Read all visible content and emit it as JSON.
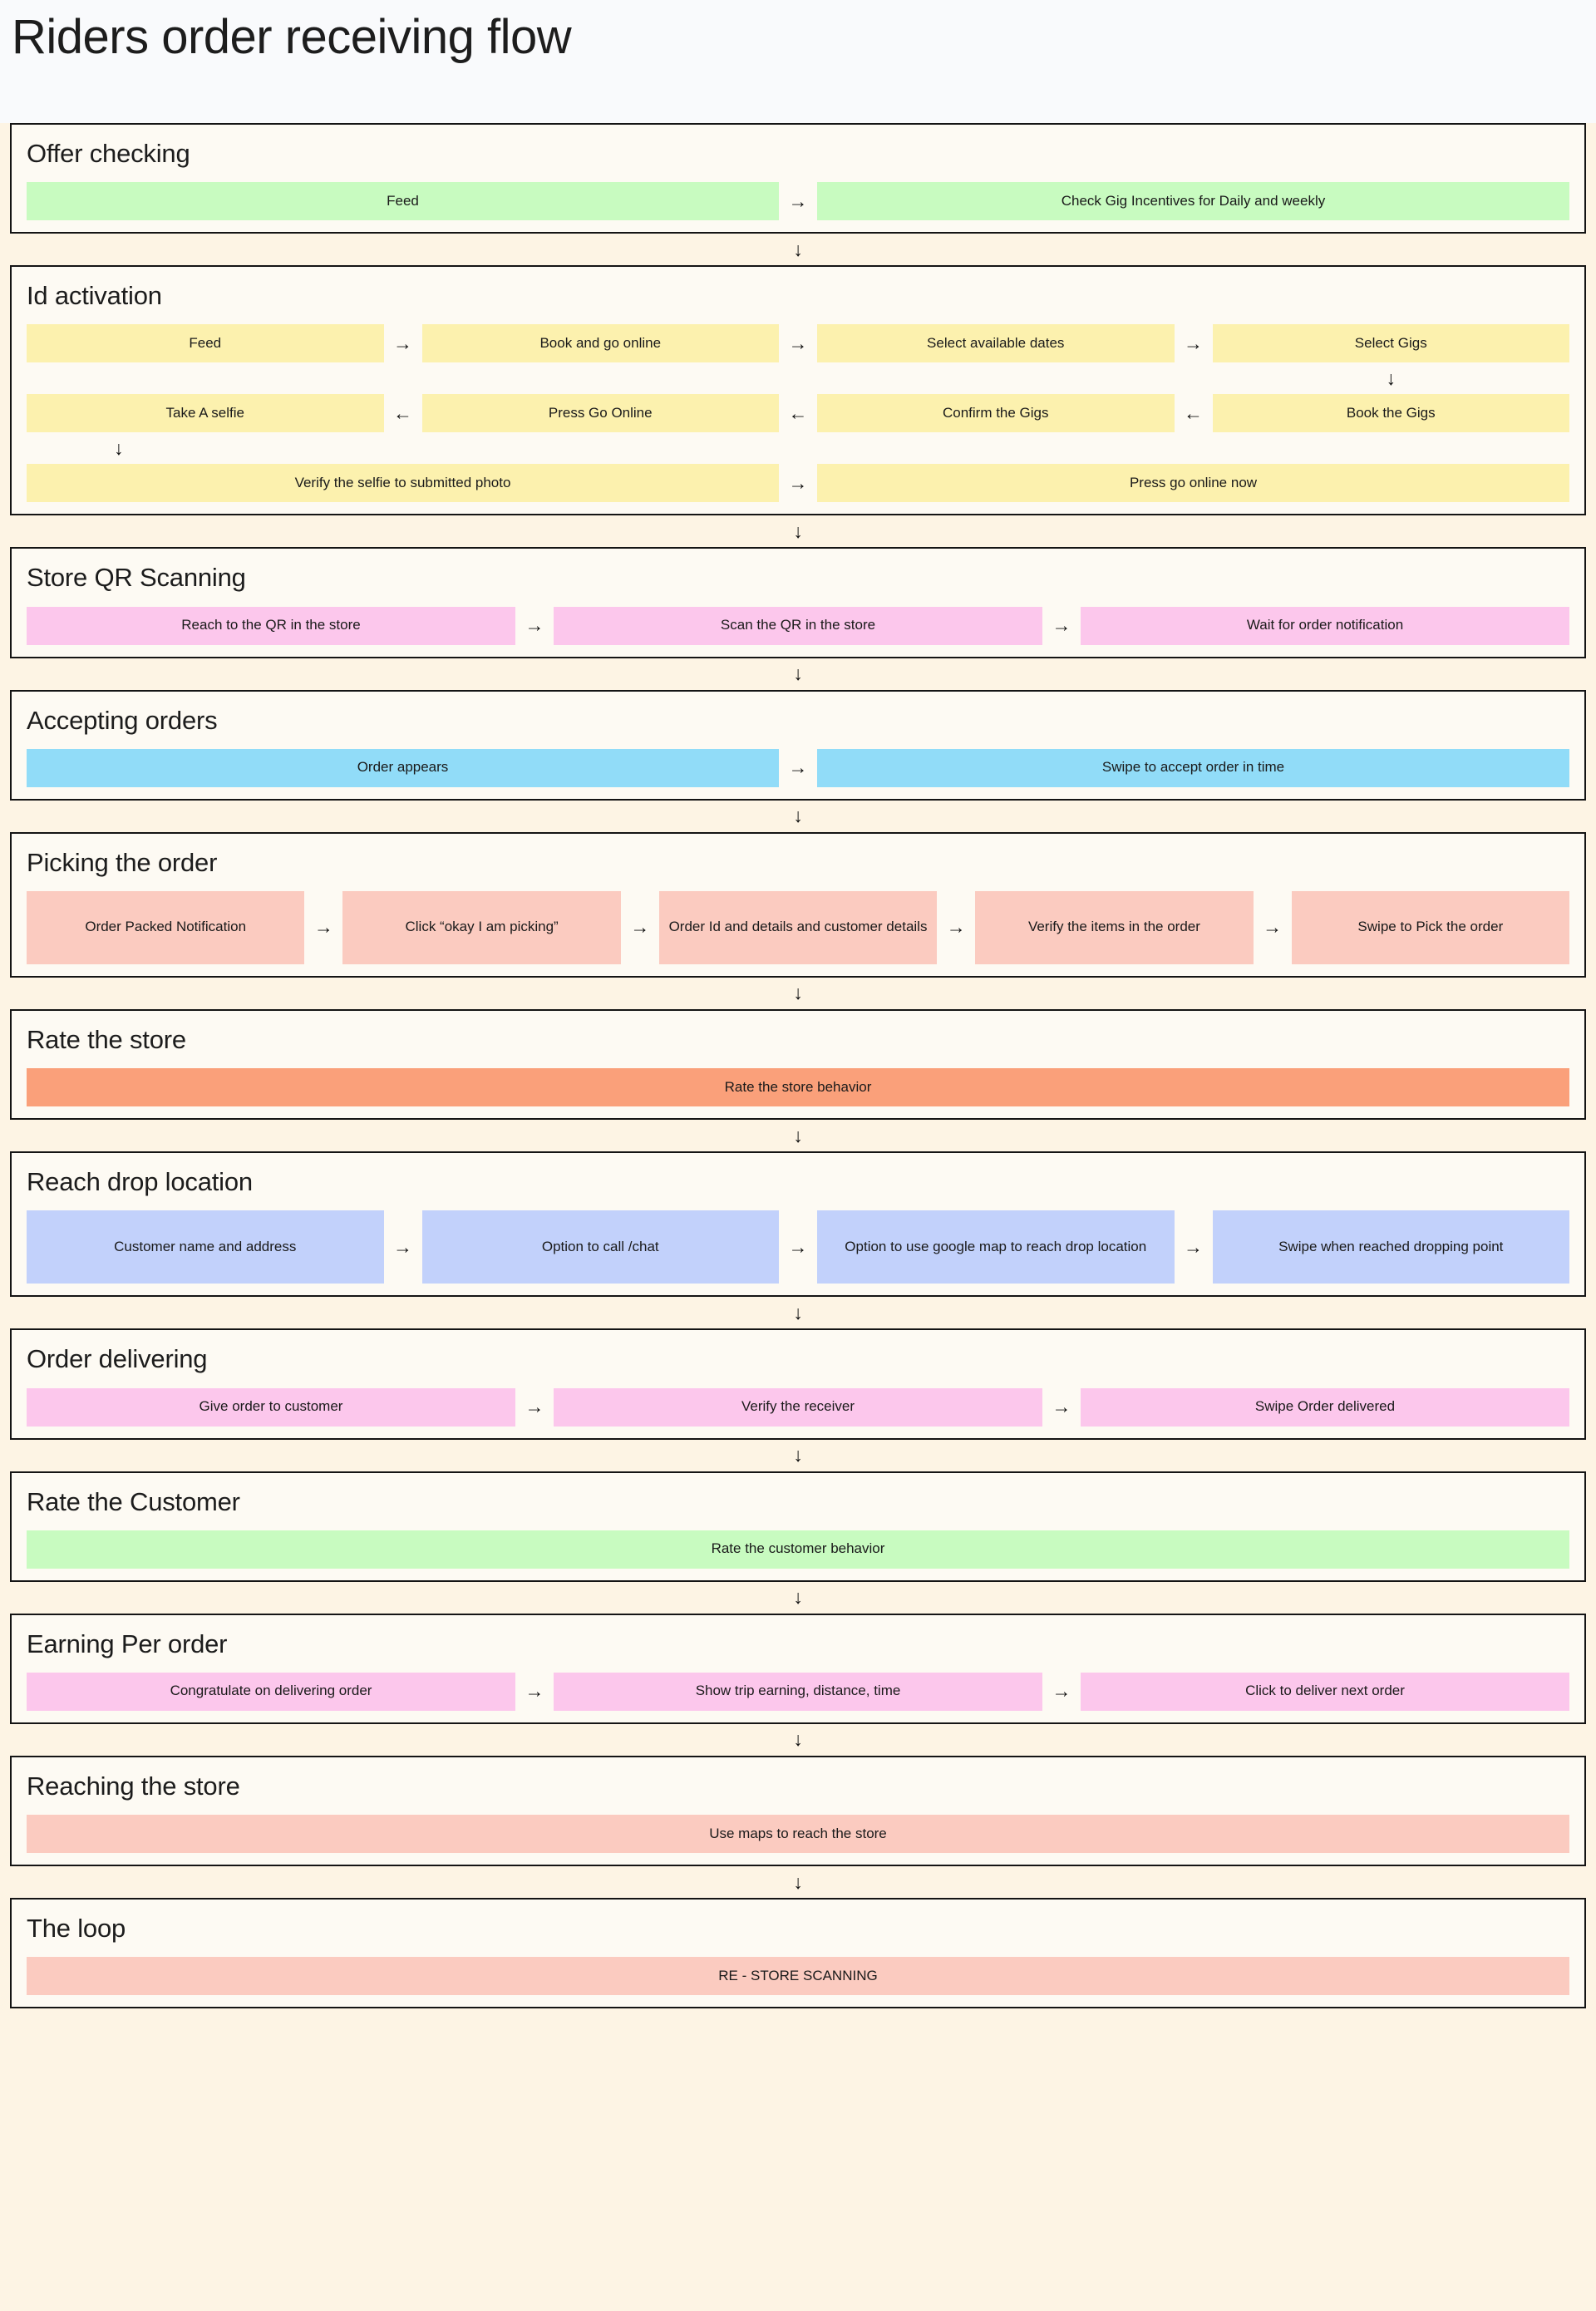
{
  "header": {
    "title": "Riders order receiving flow",
    "bg": "#f9fafc"
  },
  "theme": {
    "page_bg": "#fdf4e4",
    "section_bg": "#fdfaf3",
    "border": "#141414",
    "green": "#c8fbc0",
    "yellow": "#fcf1ae",
    "pink": "#fcc7ec",
    "lightblue": "#91dcf8",
    "peach": "#fbcbc0",
    "salmon": "#faa07a",
    "periwinkle": "#c2d1fb"
  },
  "icons": {
    "arrow_right": "→",
    "arrow_left": "←",
    "arrow_down": "↓"
  },
  "sections": [
    {
      "id": "offer-checking",
      "title": "Offer checking",
      "color": "#c8fbc0",
      "rows": [
        {
          "cells": [
            {
              "type": "node",
              "label": "Feed",
              "flex": 1
            },
            {
              "type": "arrow",
              "dir": "right"
            },
            {
              "type": "node",
              "label": "Check Gig Incentives for Daily and weekly",
              "flex": 1
            }
          ]
        }
      ]
    },
    {
      "id": "id-activation",
      "title": "Id activation",
      "color": "#fcf1ae",
      "rows": [
        {
          "cells": [
            {
              "type": "node",
              "label": "Feed",
              "flex": 1
            },
            {
              "type": "arrow",
              "dir": "right"
            },
            {
              "type": "node",
              "label": "Book and go online",
              "flex": 1
            },
            {
              "type": "arrow",
              "dir": "right"
            },
            {
              "type": "node",
              "label": "Select available dates",
              "flex": 1
            },
            {
              "type": "arrow",
              "dir": "right"
            },
            {
              "type": "node",
              "label": "Select Gigs",
              "flex": 1
            }
          ]
        },
        {
          "gap": true,
          "arrow_index": 6,
          "cells": [
            {
              "type": "blank",
              "flex": 1
            },
            {
              "type": "arrow-blank"
            },
            {
              "type": "blank",
              "flex": 1
            },
            {
              "type": "arrow-blank"
            },
            {
              "type": "blank",
              "flex": 1
            },
            {
              "type": "arrow-blank"
            },
            {
              "type": "vdown",
              "flex": 1
            }
          ]
        },
        {
          "cells": [
            {
              "type": "node",
              "label": "Take A selfie",
              "flex": 1
            },
            {
              "type": "arrow",
              "dir": "left"
            },
            {
              "type": "node",
              "label": "Press Go Online",
              "flex": 1
            },
            {
              "type": "arrow",
              "dir": "left"
            },
            {
              "type": "node",
              "label": "Confirm the Gigs",
              "flex": 1
            },
            {
              "type": "arrow",
              "dir": "left"
            },
            {
              "type": "node",
              "label": "Book the Gigs",
              "flex": 1
            }
          ]
        },
        {
          "gap": true,
          "cells": [
            {
              "type": "vdown-left",
              "flex": 1
            },
            {
              "type": "arrow-blank"
            },
            {
              "type": "blank",
              "flex": 1
            },
            {
              "type": "arrow-blank"
            },
            {
              "type": "blank",
              "flex": 1
            },
            {
              "type": "arrow-blank"
            },
            {
              "type": "blank",
              "flex": 1
            }
          ]
        },
        {
          "cells": [
            {
              "type": "node",
              "label": "Verify the selfie to submitted photo",
              "flex": 1
            },
            {
              "type": "arrow",
              "dir": "right"
            },
            {
              "type": "node",
              "label": "Press go online now",
              "flex": 1
            }
          ]
        }
      ]
    },
    {
      "id": "store-qr-scanning",
      "title": "Store QR Scanning",
      "color": "#fcc7ec",
      "rows": [
        {
          "cells": [
            {
              "type": "node",
              "label": "Reach to the QR in the store",
              "flex": 1
            },
            {
              "type": "arrow",
              "dir": "right"
            },
            {
              "type": "node",
              "label": "Scan the QR in the store",
              "flex": 1
            },
            {
              "type": "arrow",
              "dir": "right"
            },
            {
              "type": "node",
              "label": "Wait for order notification",
              "flex": 1
            }
          ]
        }
      ]
    },
    {
      "id": "accepting-orders",
      "title": "Accepting orders",
      "color": "#91dcf8",
      "rows": [
        {
          "cells": [
            {
              "type": "node",
              "label": "Order appears",
              "flex": 1
            },
            {
              "type": "arrow",
              "dir": "right"
            },
            {
              "type": "node",
              "label": "Swipe to accept order in time",
              "flex": 1
            }
          ]
        }
      ]
    },
    {
      "id": "picking-the-order",
      "title": "Picking the order",
      "color": "#fbcbc0",
      "tall": true,
      "rows": [
        {
          "cells": [
            {
              "type": "node",
              "label": "Order Packed Notification",
              "flex": 1
            },
            {
              "type": "arrow",
              "dir": "right"
            },
            {
              "type": "node",
              "label": "Click “okay I am picking”",
              "flex": 1
            },
            {
              "type": "arrow",
              "dir": "right"
            },
            {
              "type": "node",
              "label": "Order Id and details and customer details",
              "flex": 1
            },
            {
              "type": "arrow",
              "dir": "right"
            },
            {
              "type": "node",
              "label": "Verify the items in the order",
              "flex": 1
            },
            {
              "type": "arrow",
              "dir": "right"
            },
            {
              "type": "node",
              "label": "Swipe to Pick the order",
              "flex": 1
            }
          ]
        }
      ]
    },
    {
      "id": "rate-the-store",
      "title": "Rate the store",
      "color": "#faa07a",
      "rows": [
        {
          "cells": [
            {
              "type": "node",
              "label": "Rate the store behavior",
              "flex": 1
            }
          ]
        }
      ]
    },
    {
      "id": "reach-drop-location",
      "title": "Reach drop location",
      "color": "#c2d1fb",
      "tall": true,
      "rows": [
        {
          "cells": [
            {
              "type": "node",
              "label": "Customer name and address",
              "flex": 1
            },
            {
              "type": "arrow",
              "dir": "right"
            },
            {
              "type": "node",
              "label": "Option to call /chat",
              "flex": 1
            },
            {
              "type": "arrow",
              "dir": "right"
            },
            {
              "type": "node",
              "label": "Option to use google map to reach drop location",
              "flex": 1
            },
            {
              "type": "arrow",
              "dir": "right"
            },
            {
              "type": "node",
              "label": "Swipe when reached dropping point",
              "flex": 1
            }
          ]
        }
      ]
    },
    {
      "id": "order-delivering",
      "title": "Order delivering",
      "color": "#fcc7ec",
      "rows": [
        {
          "cells": [
            {
              "type": "node",
              "label": "Give order to customer",
              "flex": 1
            },
            {
              "type": "arrow",
              "dir": "right"
            },
            {
              "type": "node",
              "label": "Verify the receiver",
              "flex": 1
            },
            {
              "type": "arrow",
              "dir": "right"
            },
            {
              "type": "node",
              "label": "Swipe Order delivered",
              "flex": 1
            }
          ]
        }
      ]
    },
    {
      "id": "rate-the-customer",
      "title": "Rate the Customer",
      "color": "#c8fbc0",
      "rows": [
        {
          "cells": [
            {
              "type": "node",
              "label": "Rate the customer behavior",
              "flex": 1
            }
          ]
        }
      ]
    },
    {
      "id": "earning-per-order",
      "title": "Earning Per order",
      "color": "#fcc7ec",
      "rows": [
        {
          "cells": [
            {
              "type": "node",
              "label": "Congratulate on delivering order",
              "flex": 1
            },
            {
              "type": "arrow",
              "dir": "right"
            },
            {
              "type": "node",
              "label": "Show trip earning, distance, time",
              "flex": 1
            },
            {
              "type": "arrow",
              "dir": "right"
            },
            {
              "type": "node",
              "label": "Click to deliver next order",
              "flex": 1
            }
          ]
        }
      ]
    },
    {
      "id": "reaching-the-store",
      "title": "Reaching the store",
      "color": "#fbcbc0",
      "rows": [
        {
          "cells": [
            {
              "type": "node",
              "label": "Use maps to reach the store",
              "flex": 1
            }
          ]
        }
      ]
    },
    {
      "id": "the-loop",
      "title": "The loop",
      "color": "#fbcbc0",
      "rows": [
        {
          "cells": [
            {
              "type": "node",
              "label": "RE - STORE SCANNING",
              "flex": 1
            }
          ]
        }
      ]
    }
  ]
}
